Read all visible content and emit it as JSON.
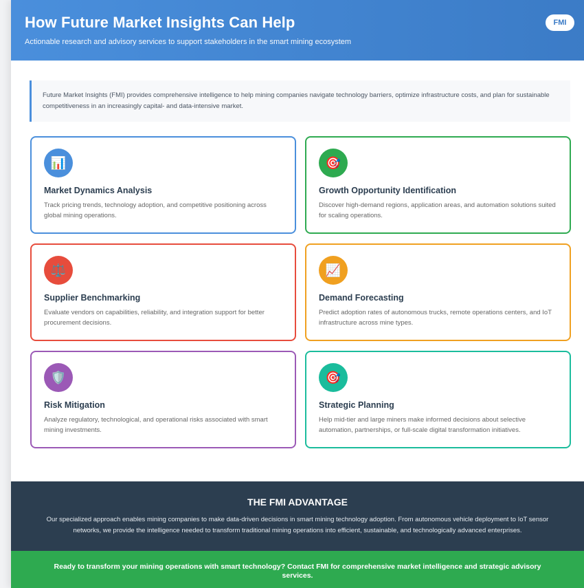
{
  "header": {
    "title": "How Future Market Insights Can Help",
    "subtitle": "Actionable research and advisory services to support stakeholders in the smart mining ecosystem",
    "badge": "FMI"
  },
  "intro": "Future Market Insights (FMI) provides comprehensive intelligence to help mining companies navigate technology barriers, optimize infrastructure costs, and plan for sustainable competitiveness in an increasingly capital- and data-intensive market.",
  "cards": [
    {
      "title": "Market Dynamics Analysis",
      "text": "Track pricing trends, technology adoption, and competitive positioning across global mining operations.",
      "icon": "📊",
      "icon_name": "bar-chart",
      "color": "#4a8fdc"
    },
    {
      "title": "Growth Opportunity Identification",
      "text": "Discover high-demand regions, application areas, and automation solutions suited for scaling operations.",
      "icon": "🎯",
      "icon_name": "target",
      "color": "#2eaa50"
    },
    {
      "title": "Supplier Benchmarking",
      "text": "Evaluate vendors on capabilities, reliability, and integration support for better procurement decisions.",
      "icon": "⚖️",
      "icon_name": "scales",
      "color": "#e74c3c"
    },
    {
      "title": "Demand Forecasting",
      "text": "Predict adoption rates of autonomous trucks, remote operations centers, and IoT infrastructure across mine types.",
      "icon": "📈",
      "icon_name": "trend-chart",
      "color": "#f0a020"
    },
    {
      "title": "Risk Mitigation",
      "text": "Analyze regulatory, technological, and operational risks associated with smart mining investments.",
      "icon": "🛡️",
      "icon_name": "shield",
      "color": "#9b59b6"
    },
    {
      "title": "Strategic Planning",
      "text": "Help mid-tier and large miners make informed decisions about selective automation, partnerships, or full-scale digital transformation initiatives.",
      "icon": "🎯",
      "icon_name": "target",
      "color": "#1abc9c"
    }
  ],
  "advantage": {
    "title": "THE FMI ADVANTAGE",
    "text": "Our specialized approach enables mining companies to make data-driven decisions in smart mining technology adoption. From autonomous vehicle deployment to IoT sensor networks, we provide the intelligence needed to transform traditional mining operations into efficient, sustainable, and technologically advanced enterprises."
  },
  "cta": "Ready to transform your mining operations with smart technology? Contact FMI for comprehensive market intelligence and strategic advisory services."
}
